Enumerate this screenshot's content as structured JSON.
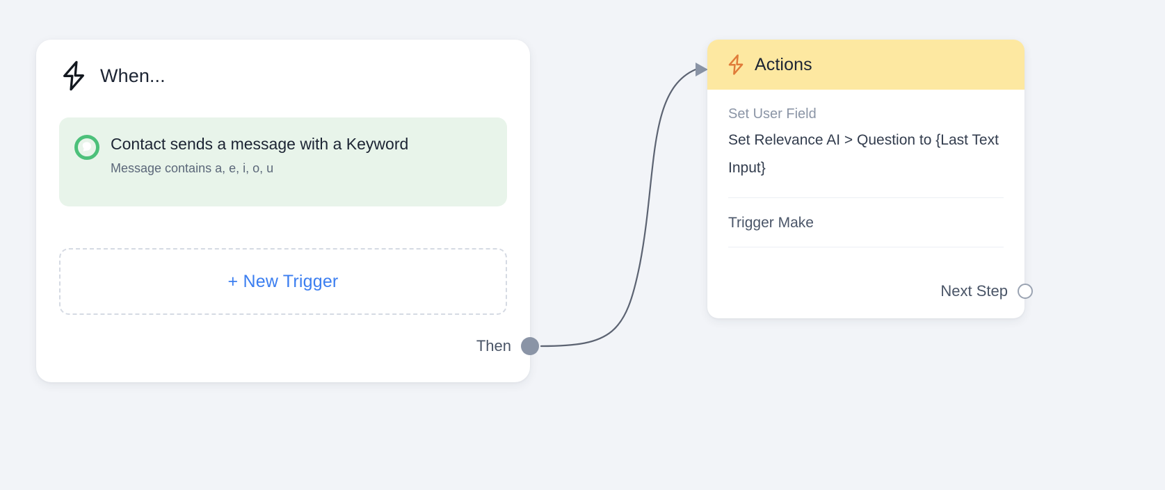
{
  "canvas": {
    "background_color": "#f2f4f8"
  },
  "trigger_card": {
    "icon": "lightning-bolt-icon",
    "title": "When...",
    "trigger_item": {
      "icon": "whatsapp-chat-bubble-icon",
      "title": "Contact sends a message with a Keyword",
      "subtitle": "Message contains a, e, i, o, u",
      "background_color": "#e8f4ea",
      "icon_color": "#4cc07a"
    },
    "new_trigger_button": {
      "label": "+ New Trigger",
      "color": "#3b7ef0"
    },
    "output_port": {
      "label": "Then",
      "dot_color": "#8a94a6"
    }
  },
  "actions_card": {
    "header": {
      "icon": "lightning-bolt-icon",
      "icon_color": "#e07b39",
      "title": "Actions",
      "background_color": "#fde8a1"
    },
    "items": [
      {
        "label": "Set User Field",
        "value": "Set Relevance AI > Question to {Last Text Input}"
      },
      {
        "label": "",
        "value": "Trigger Make"
      }
    ],
    "output_port": {
      "label": "Next Step",
      "dot_color": "#9aa3b2"
    }
  },
  "connector": {
    "from": "Then",
    "to": "Actions",
    "color": "#5c6372",
    "arrow": "arrowhead-right"
  }
}
